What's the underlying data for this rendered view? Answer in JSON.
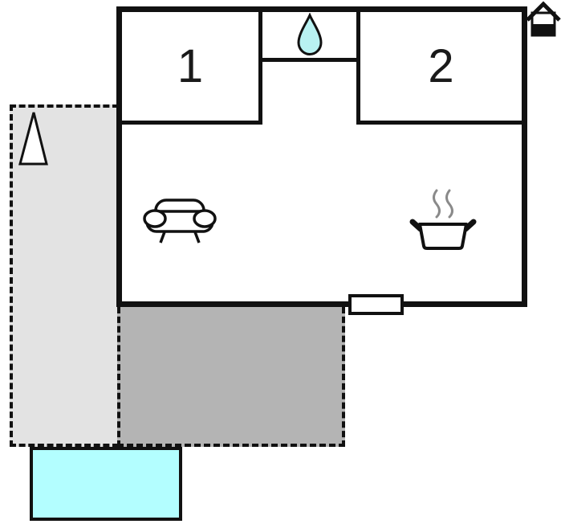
{
  "floorplan": {
    "rooms": [
      {
        "name": "bedroom-1",
        "label": "1"
      },
      {
        "name": "bedroom-2",
        "label": "2"
      }
    ],
    "icons": [
      {
        "name": "house-logo-icon"
      },
      {
        "name": "water-drop-icon"
      },
      {
        "name": "sofa-icon"
      },
      {
        "name": "cooking-pot-icon"
      },
      {
        "name": "triangle-marker-icon"
      }
    ],
    "colors": {
      "wall": "#111111",
      "terrace_light": "#e3e3e3",
      "terrace_dark": "#b4b4b4",
      "pool": "#b3feff",
      "water_drop": "#b8f2f2",
      "steam": "#8a8a8a",
      "background": "#ffffff"
    }
  }
}
